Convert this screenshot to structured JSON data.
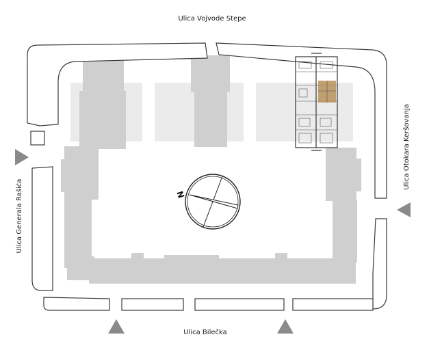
{
  "streets": {
    "north": "Ulica Vojvode Stepe",
    "south": "Ulica Bilečka",
    "west": "Ulica Generala Rašića",
    "east": "Ulica Otokara Keršovanja"
  },
  "compass": {
    "letter": "N",
    "icon": "north-compass-icon"
  },
  "highlight": {
    "color": "#b8925a"
  },
  "colors": {
    "building": "#cfcfcf",
    "pale_zone": "#ebebeb",
    "outline": "#3a3a3a",
    "entrance_arrow": "#8a8a8a"
  },
  "entrances": [
    {
      "side": "west",
      "icon": "entrance-arrow-icon"
    },
    {
      "side": "east",
      "icon": "entrance-arrow-icon"
    },
    {
      "side": "south",
      "icon": "entrance-arrow-icon"
    },
    {
      "side": "south",
      "icon": "entrance-arrow-icon"
    }
  ]
}
